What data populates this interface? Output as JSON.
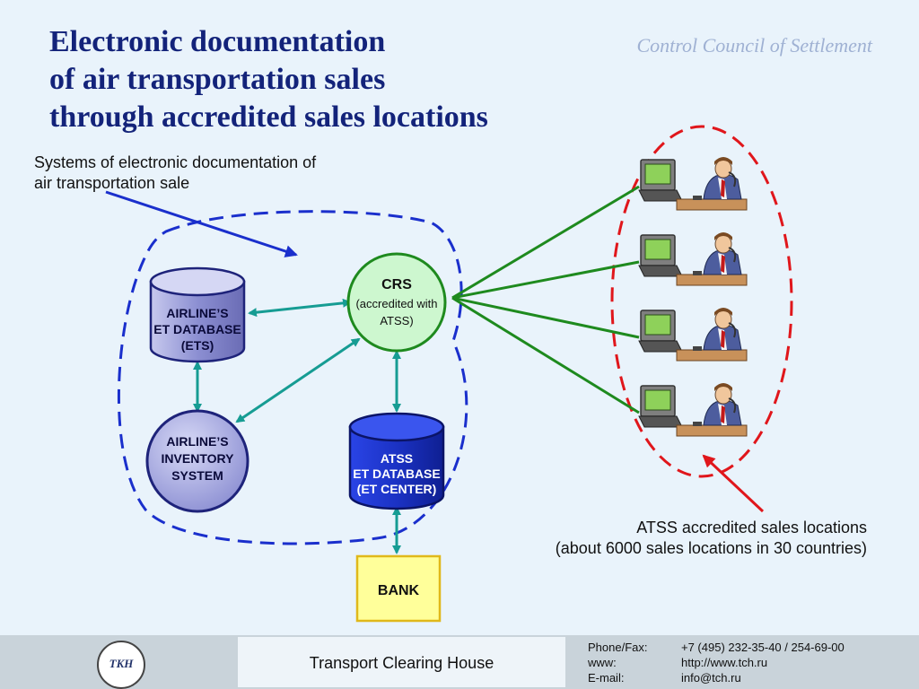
{
  "header": {
    "title_lines": [
      "Electronic documentation",
      "of air transportation sales",
      "through accredited sales locations"
    ],
    "brand": "Control Council of Settlement"
  },
  "notes": {
    "systems_lines": [
      "Systems of electronic documentation of",
      "air transportation sale"
    ],
    "locations_lines": [
      "ATSS accredited sales locations",
      "(about 6000 sales locations in 30 countries)"
    ]
  },
  "nodes": {
    "airline_db": {
      "lines": [
        "AIRLINE’S",
        "ET DATABASE",
        "(ETS)"
      ]
    },
    "inventory": {
      "lines": [
        "AIRLINE’S",
        "INVENTORY",
        "SYSTEM"
      ]
    },
    "crs": {
      "title": "CRS",
      "lines": [
        "(accredited with",
        "ATSS)"
      ]
    },
    "atss_db": {
      "lines": [
        "ATSS",
        "ET DATABASE",
        "(ET CENTER)"
      ]
    },
    "bank": {
      "label": "BANK"
    }
  },
  "footer": {
    "org": "Transport Clearing House",
    "logo_text": "TKH",
    "contacts": [
      {
        "label": "Phone/Fax:",
        "value": "+7 (495) 232-35-40 / 254-69-00"
      },
      {
        "label": "www:",
        "value": "http://www.tch.ru"
      },
      {
        "label": "E-mail:",
        "value": "info@tch.ru"
      }
    ]
  },
  "colors": {
    "title": "#13237a",
    "system_border": "#1a2fcc",
    "sales_border": "#e0161b",
    "teal_arrow": "#169c93",
    "green_line": "#1e8a1e",
    "crs_fill": "#cdf7cf",
    "bank_fill": "#ffff9a"
  }
}
